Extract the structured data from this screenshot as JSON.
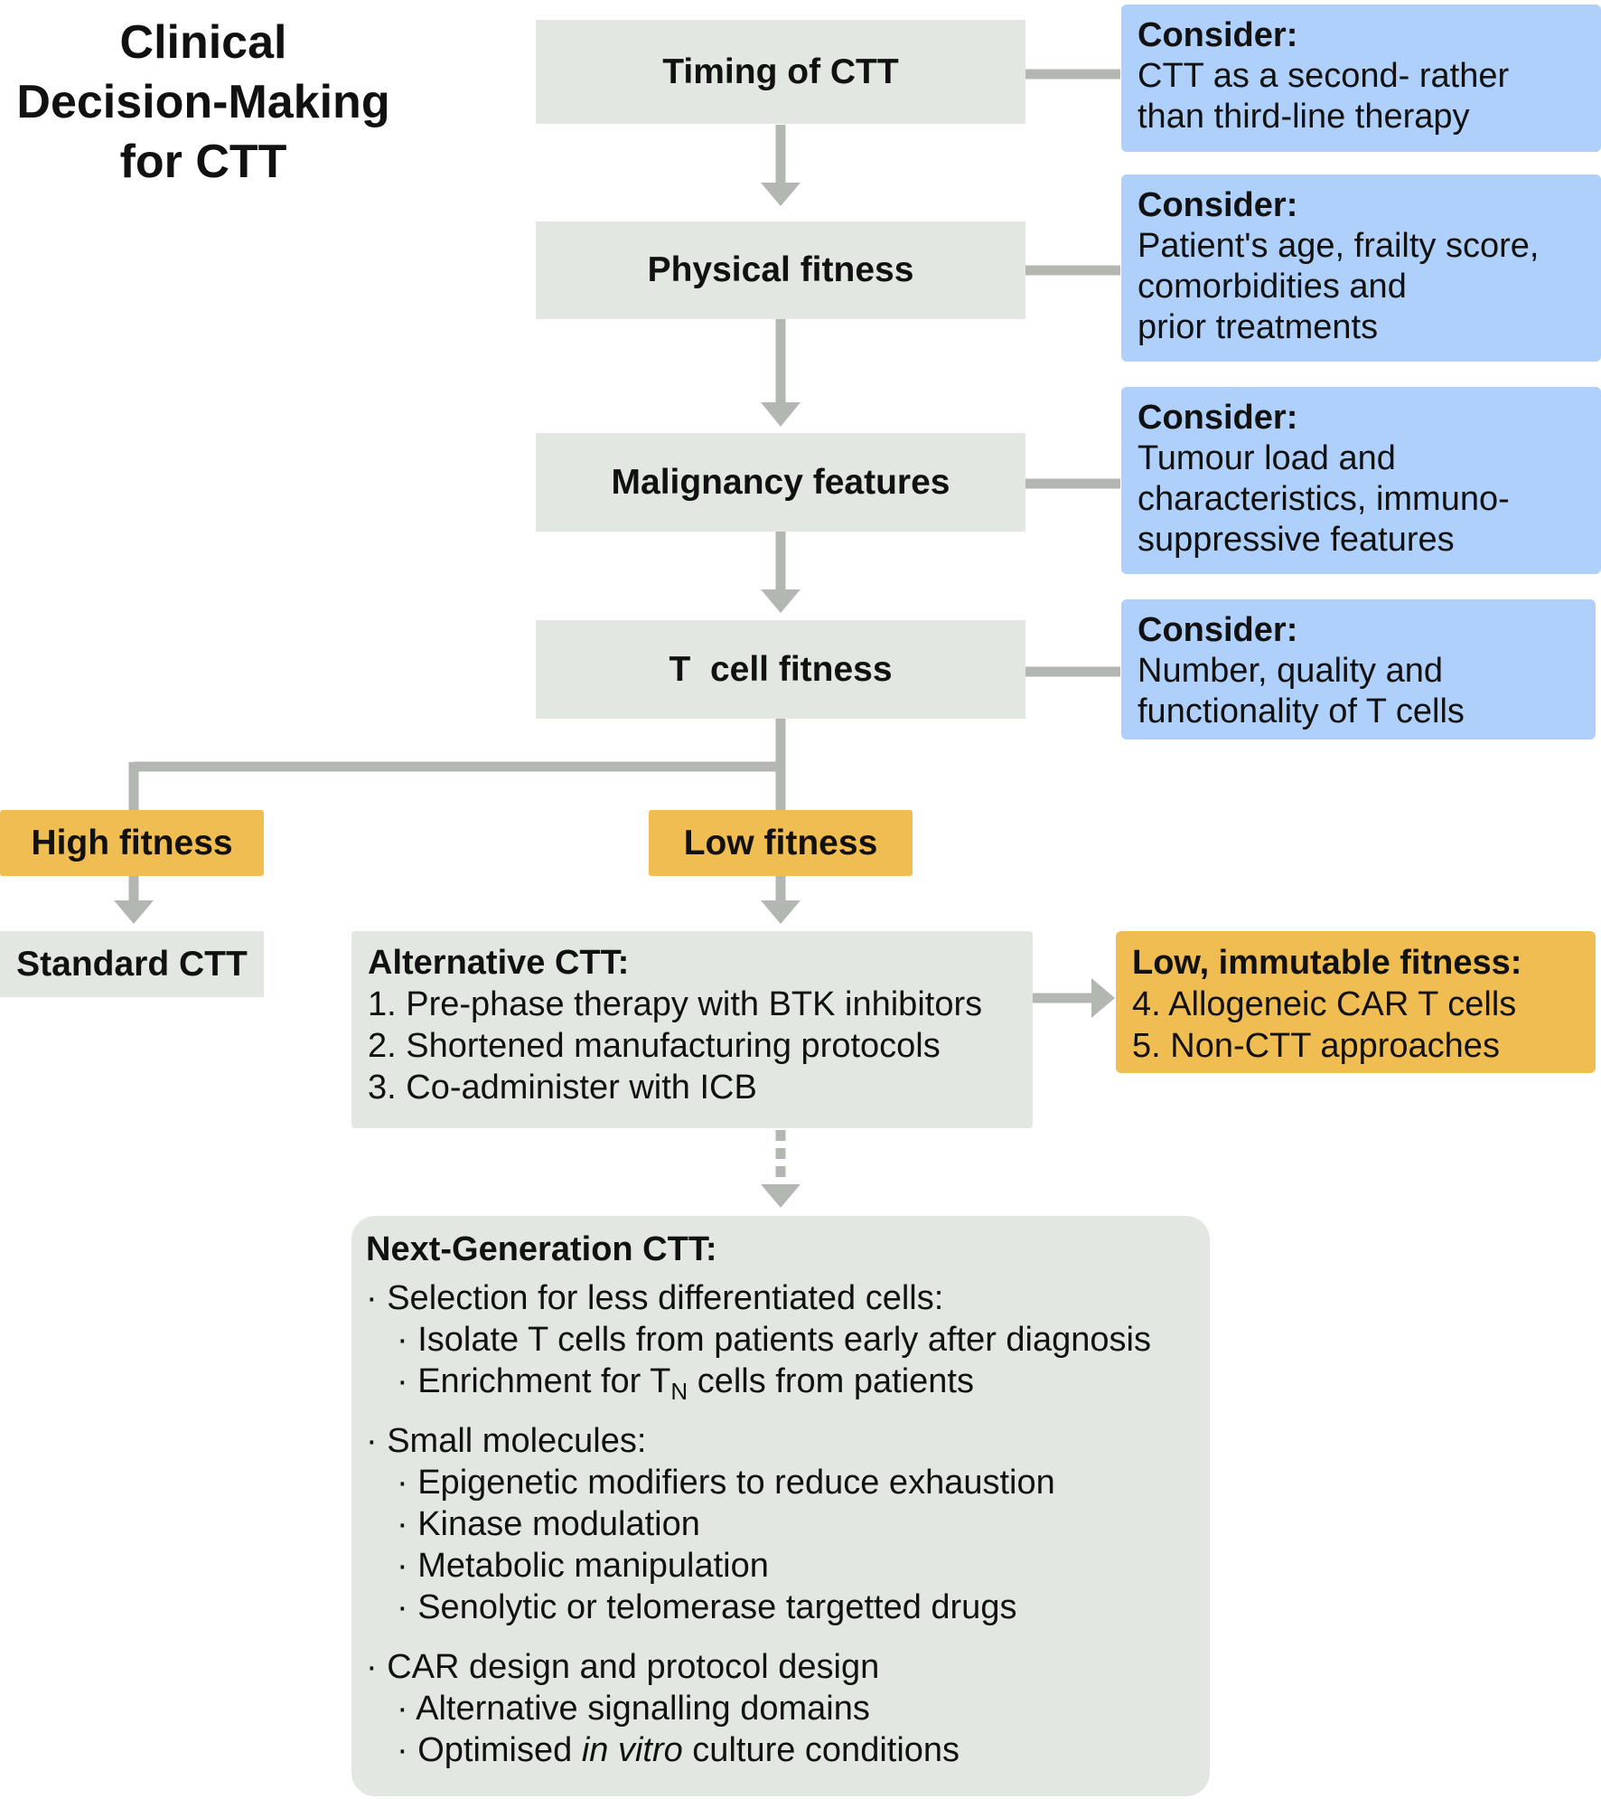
{
  "title": {
    "line1": "Clinical",
    "line2": "Decision-Making",
    "line3": "for CTT"
  },
  "steps": [
    {
      "label": "Timing of CTT"
    },
    {
      "label": "Physical fitness"
    },
    {
      "label": "Malignancy features"
    },
    {
      "label": "T  cell fitness"
    }
  ],
  "considerations": [
    {
      "heading": "Consider:",
      "lines": [
        "CTT as a second- rather",
        "than third-line therapy"
      ]
    },
    {
      "heading": "Consider:",
      "lines": [
        "Patient's age, frailty score,",
        "comorbidities and",
        "prior treatments"
      ]
    },
    {
      "heading": "Consider:",
      "lines": [
        "Tumour load and",
        "characteristics, immuno-",
        "suppressive features"
      ]
    },
    {
      "heading": "Consider:",
      "lines": [
        "Number, quality and",
        "functionality of T cells"
      ]
    }
  ],
  "branches": {
    "high": "High fitness",
    "low": "Low fitness"
  },
  "standard": "Standard CTT",
  "alternative": {
    "heading": "Alternative CTT:",
    "items": [
      "1. Pre-phase therapy with BTK inhibitors",
      "2. Shortened manufacturing protocols",
      "3. Co-administer with ICB"
    ]
  },
  "immutable": {
    "heading": "Low, immutable fitness:",
    "items": [
      "4. Allogeneic CAR T cells",
      "5. Non-CTT approaches"
    ]
  },
  "next_gen": {
    "heading": "Next-Generation CTT:",
    "g1_title": "· Selection for less differentiated cells:",
    "g1_item1": "· Isolate T cells from patients early after diagnosis",
    "g1_item2_pre": "· Enrichment for T",
    "g1_item2_sub": "N",
    "g1_item2_post": " cells from patients",
    "g2_title": "· Small molecules:",
    "g2_items": [
      "· Epigenetic modifiers to reduce exhaustion",
      "· Kinase modulation",
      "· Metabolic manipulation",
      "· Senolytic or telomerase targetted drugs"
    ],
    "g3_title": "· CAR design and protocol design",
    "g3_item1": "· Alternative signalling domains",
    "g3_item2_pre": "· Optimised ",
    "g3_item2_em": "in vitro",
    "g3_item2_post": " culture conditions"
  },
  "colors": {
    "step_fill": "#e2e8e1",
    "consider_fill": "#aed0fb",
    "fitness_fill": "#f0bd52",
    "connector": "#b3b7b2"
  }
}
